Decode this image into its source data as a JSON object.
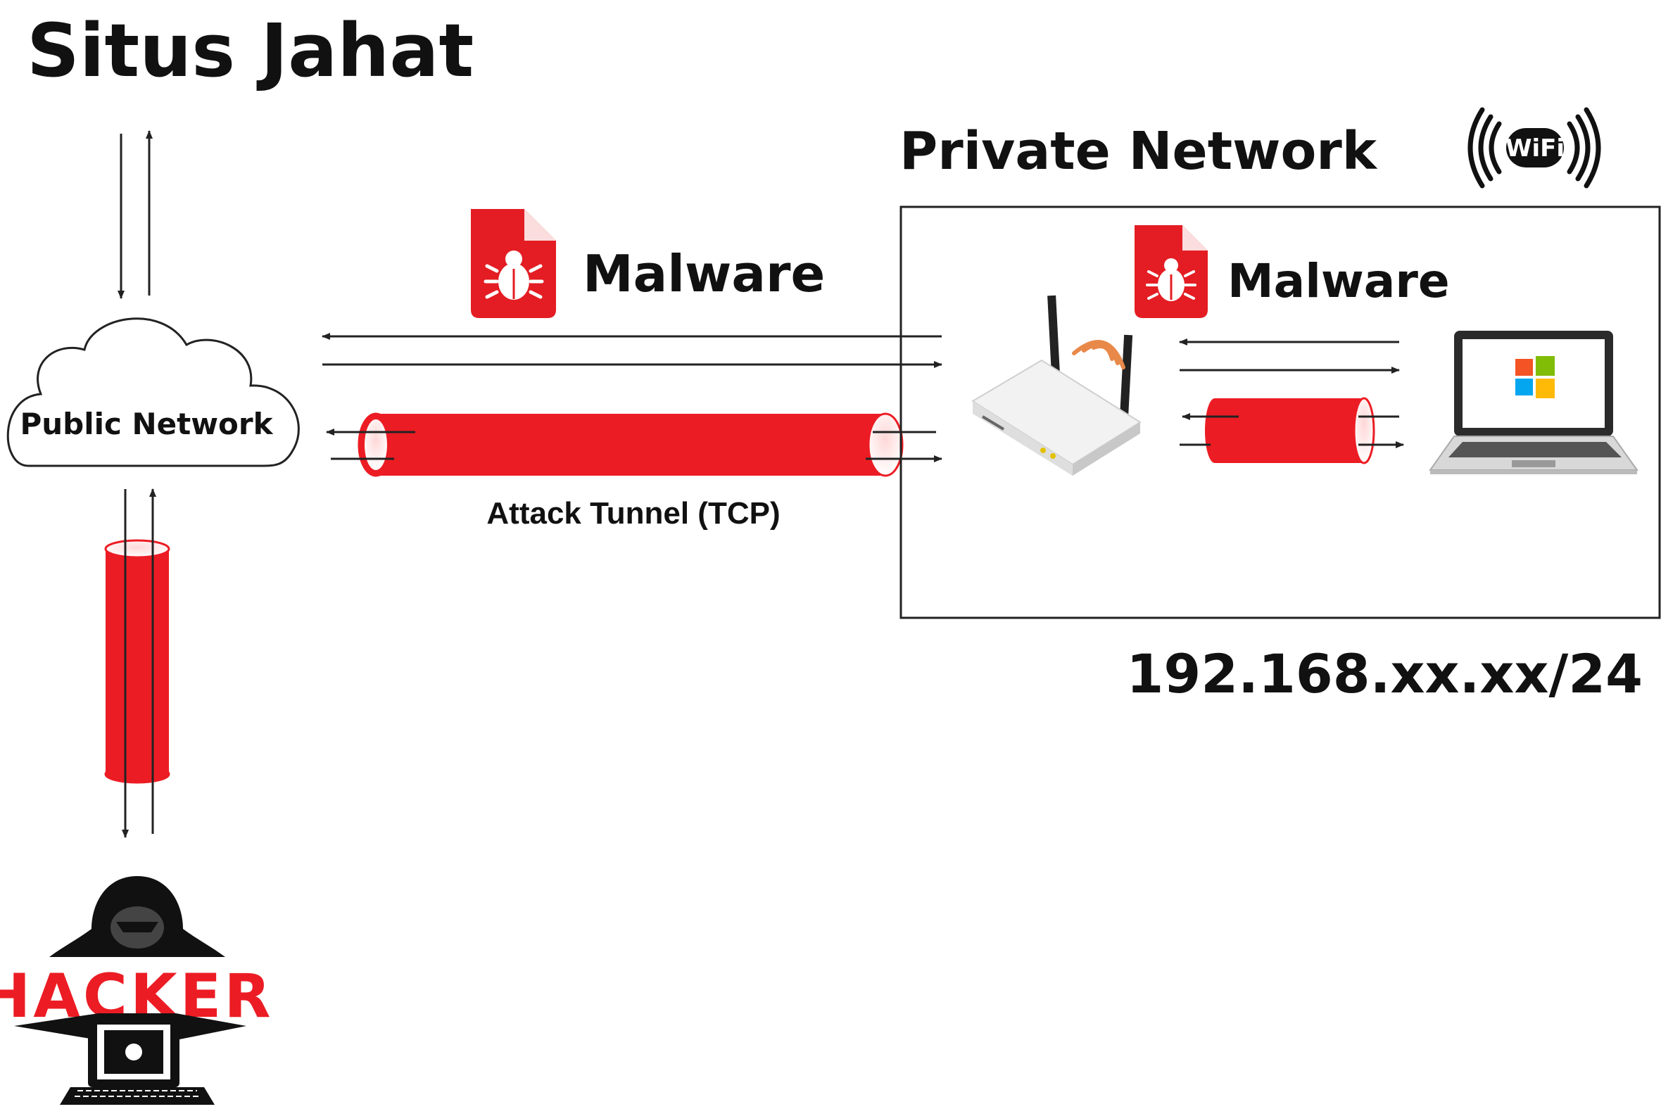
{
  "title": "Situs Jahat",
  "private_network": {
    "label": "Private Network",
    "subnet": "192.168.xx.xx/24",
    "wifi_label": "WiFi"
  },
  "public_network": {
    "label": "Public Network"
  },
  "malware_external": {
    "label": "Malware"
  },
  "malware_internal": {
    "label": "Malware"
  },
  "tunnel": {
    "label": "Attack Tunnel (TCP)"
  },
  "hacker": {
    "label": "HACKER"
  },
  "colors": {
    "tunnel_red": "#ec1c24",
    "malware_red": "#e31d23",
    "line": "#222222",
    "router_signal": "#e8894a"
  },
  "icons": [
    "wifi-icon",
    "cloud-icon",
    "malware-file-icon",
    "router-icon",
    "laptop-icon",
    "windows-logo-icon",
    "hacker-icon"
  ]
}
